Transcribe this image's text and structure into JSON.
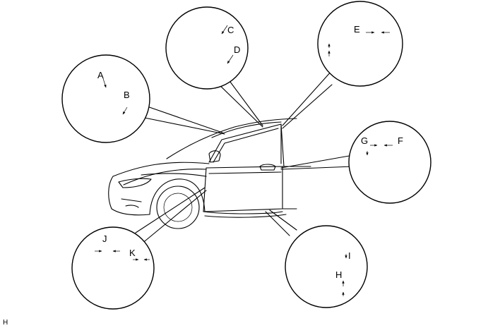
{
  "labels": {
    "A": "A",
    "B": "B",
    "C": "C",
    "D": "D",
    "E": "E",
    "F": "F",
    "G": "G",
    "H": "H",
    "I": "I",
    "J": "J",
    "K": "K"
  },
  "caption": "H"
}
